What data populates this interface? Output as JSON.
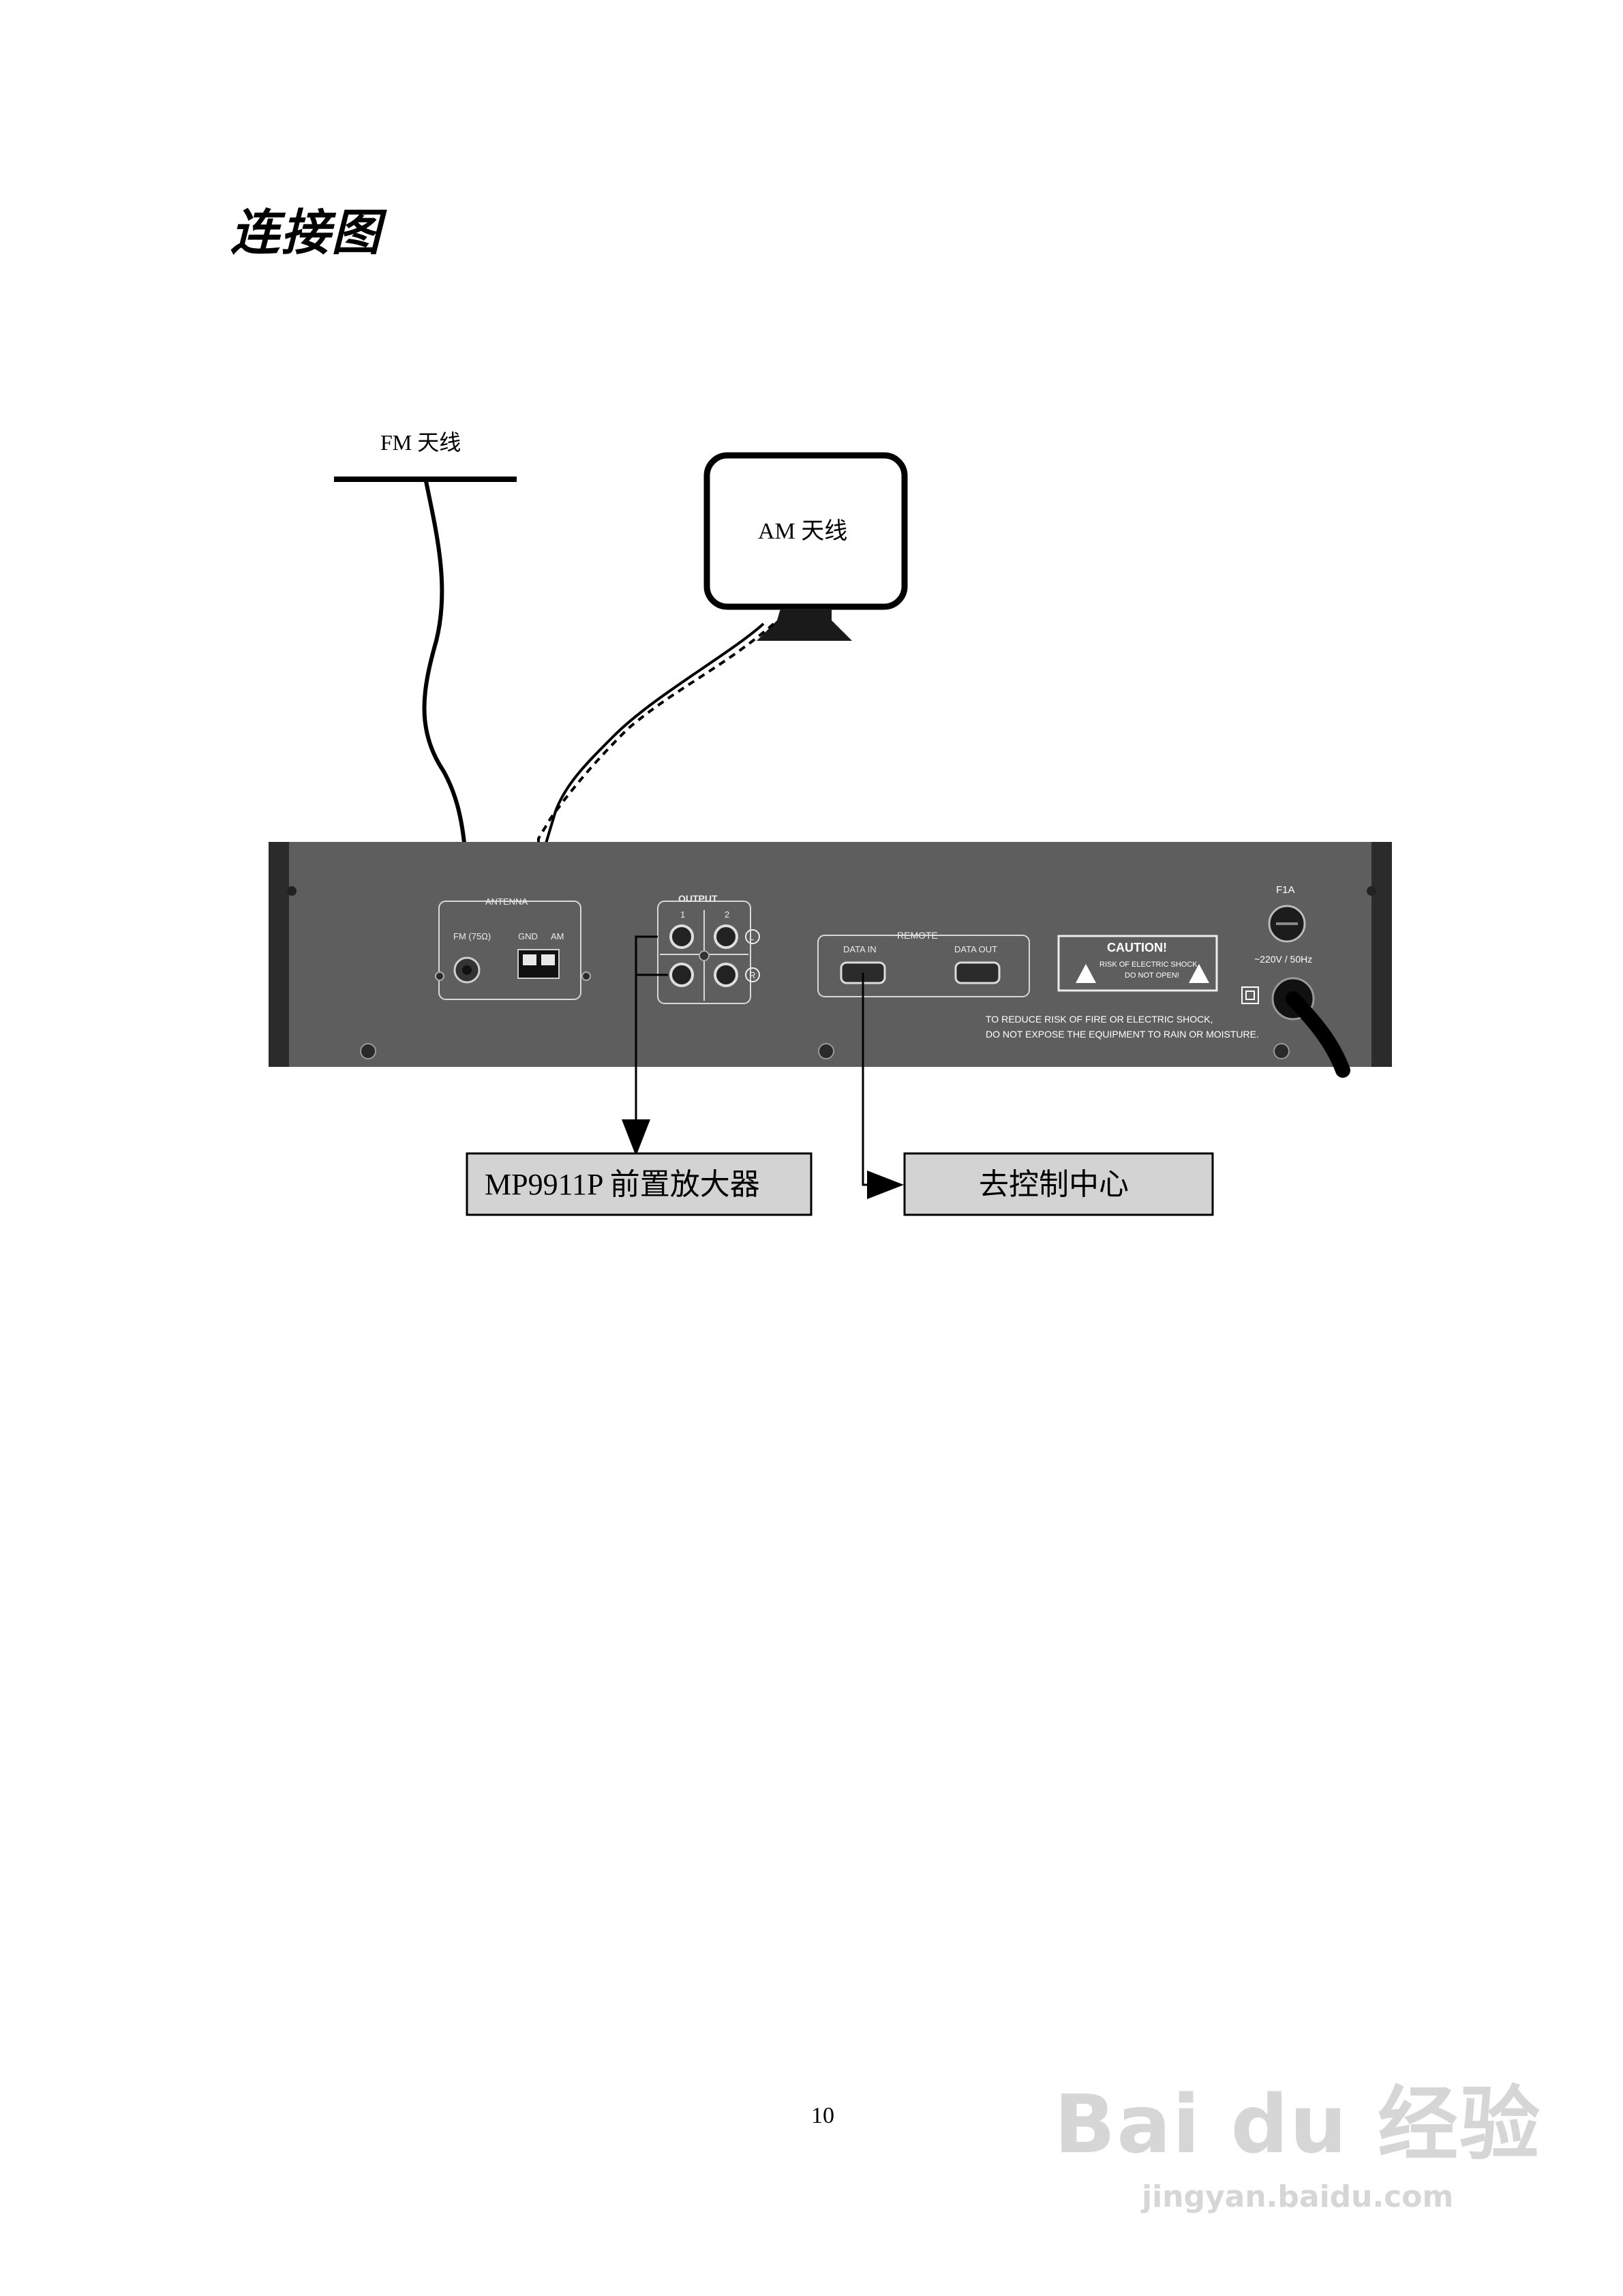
{
  "page_title": "连接图",
  "labels": {
    "fm_antenna": "FM  天线",
    "am_antenna": "AM 天线",
    "preamp_box": "MP9911P  前置放大器",
    "control_box": "去控制中心"
  },
  "panel": {
    "antenna_group": "ANTENNA",
    "fm_jack": "FM (75Ω)",
    "gnd": "GND",
    "am": "AM",
    "output_group": "OUTPUT",
    "output_1": "1",
    "output_2": "2",
    "channel_left": "L",
    "channel_right": "R",
    "remote_group": "REMOTE",
    "data_in": "DATA IN",
    "data_out": "DATA OUT",
    "caution_title": "CAUTION!",
    "caution_line1": "RISK OF ELECTRIC SHOCK",
    "caution_line2": "DO NOT OPEN!",
    "fuse": "F1A",
    "power": "~220V / 50Hz",
    "warning_line1": "TO REDUCE RISK OF FIRE OR ELECTRIC SHOCK,",
    "warning_line2": "DO NOT EXPOSE THE EQUIPMENT TO RAIN OR MOISTURE."
  },
  "page_number": "10",
  "watermark": {
    "main": "Bai du 经验",
    "sub": "jingyan.baidu.com"
  }
}
